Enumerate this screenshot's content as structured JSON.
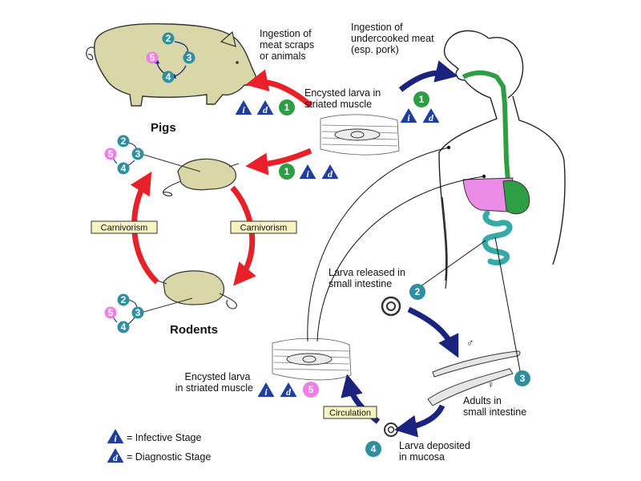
{
  "labels": {
    "ingestion_scraps": [
      "Ingestion of",
      "meat scraps",
      "or animals"
    ],
    "ingestion_meat": [
      "Ingestion of",
      "undercooked meat",
      "(esp. pork)"
    ],
    "encysted_top": [
      "Encysted larva in",
      "striated muscle"
    ],
    "pigs": "Pigs",
    "rodents": "Rodents",
    "carnivorism": "Carnivorism",
    "larva_released": [
      "Larva released in",
      "small intestine"
    ],
    "adults": [
      "Adults in",
      "small intestine"
    ],
    "larva_deposited": [
      "Larva deposited",
      "in mucosa"
    ],
    "encysted_bottom": [
      "Encysted larva",
      "in striated muscle"
    ],
    "circulation": "Circulation"
  },
  "sex_symbols": {
    "male": "♂",
    "female": "♀"
  },
  "legend": [
    {
      "letter": "i",
      "text": "= Infective Stage"
    },
    {
      "letter": "d",
      "text": "= Diagnostic Stage"
    }
  ],
  "stage_numbers": [
    "1",
    "2",
    "3",
    "4",
    "5"
  ],
  "stage_letters": {
    "infective": "i",
    "diagnostic": "d"
  },
  "colors": {
    "red_arrow": "#e8202a",
    "blue_arrow": "#1a237e",
    "stage1": "#2e9e44",
    "stage_teal": "#2f8f9f",
    "stage5": "#f07ee8",
    "triangle": "#1f3f9f",
    "animal_fill": "#d9d6a8",
    "stomach": "#2e9e44",
    "liver": "#ea8ce8",
    "intestine": "#37a9a9",
    "label_box": "#f8f4c2"
  }
}
